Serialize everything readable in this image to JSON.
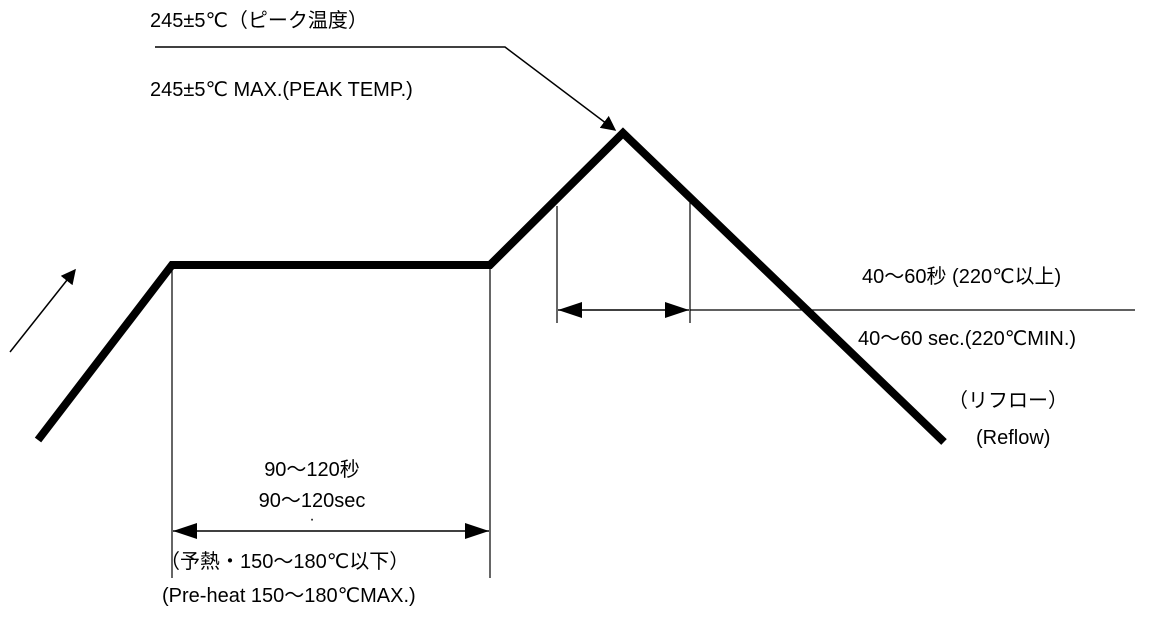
{
  "colors": {
    "line": "#000000",
    "background": "#ffffff"
  },
  "labels": {
    "peak_jp": "245±5℃（ピーク温度）",
    "peak_en": "245±5℃  MAX.(PEAK TEMP.)",
    "above220_jp": "40～60秒  (220℃以上)",
    "above220_en": "40～60 sec.(220℃MIN.)",
    "reflow_jp": "（リフロー）",
    "reflow_en": "(Reflow)",
    "preheat_time_jp": "90～120秒",
    "preheat_time_en": "90～120sec",
    "preheat_dot": "·",
    "preheat_jp": "（予熱・150～180℃以下）",
    "preheat_en": "(Pre-heat 150～180℃MAX.)"
  }
}
